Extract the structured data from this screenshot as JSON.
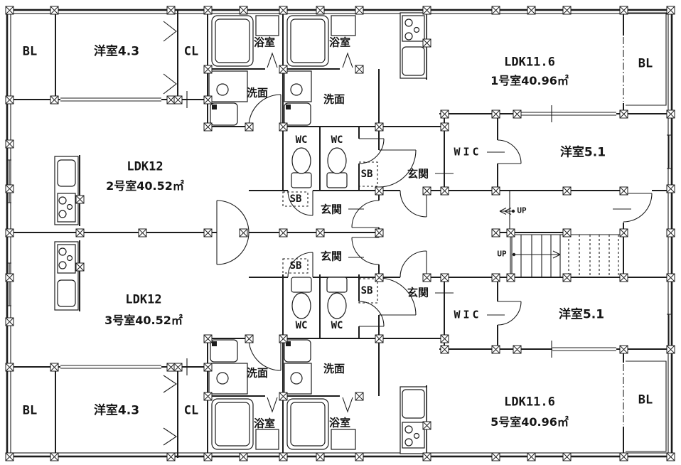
{
  "rooms": {
    "western_4_3": "洋室4.3",
    "western_5_1": "洋室5.1",
    "bath": "浴室",
    "wash": "洗面",
    "wc": "WC",
    "sb": "SB",
    "entrance": "玄関",
    "balcony": "BL",
    "closet": "CL",
    "wic": "WIC",
    "up": "UP"
  },
  "units": {
    "u1": {
      "ldk": "LDK11.6",
      "name": "1号室40.96㎡"
    },
    "u2": {
      "ldk": "LDK12",
      "name": "2号室40.52㎡"
    },
    "u3": {
      "ldk": "LDK12",
      "name": "3号室40.52㎡"
    },
    "u5": {
      "ldk": "LDK11.6",
      "name": "5号室40.96㎡"
    }
  },
  "colors": {
    "line": "#1c1c1c",
    "background": "#ffffff"
  }
}
